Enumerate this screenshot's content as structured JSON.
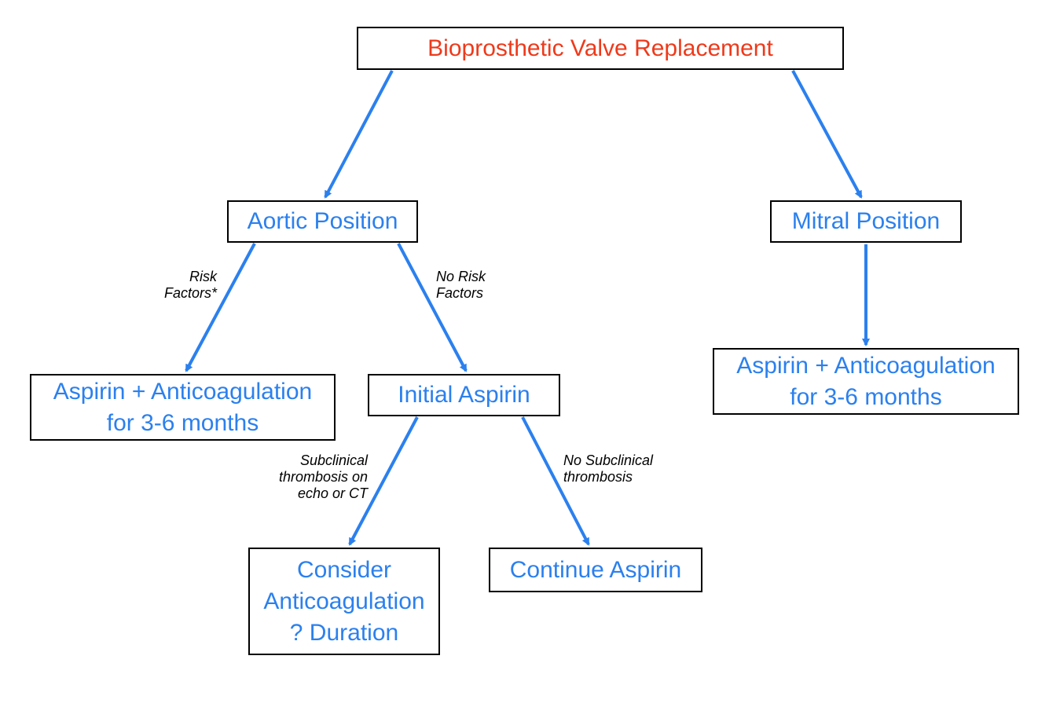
{
  "colors": {
    "arrow": "#2b80ee",
    "node_text": "#2b80ee",
    "root_text": "#ee3a1b",
    "border": "#000000",
    "label_text": "#000000"
  },
  "nodes": {
    "root": {
      "lines": [
        "Bioprosthetic Valve Replacement"
      ]
    },
    "aortic": {
      "lines": [
        "Aortic Position"
      ]
    },
    "mitral": {
      "lines": [
        "Mitral Position"
      ]
    },
    "aortic_risk_result": {
      "lines": [
        "Aspirin + Anticoagulation",
        "for 3-6 months"
      ]
    },
    "initial_aspirin": {
      "lines": [
        "Initial Aspirin"
      ]
    },
    "mitral_result": {
      "lines": [
        "Aspirin + Anticoagulation",
        "for 3-6 months"
      ]
    },
    "consider_anticoag": {
      "lines": [
        "Consider",
        "Anticoagulation",
        "? Duration"
      ]
    },
    "continue_aspirin": {
      "lines": [
        "Continue Aspirin"
      ]
    }
  },
  "edge_labels": {
    "risk_factors": {
      "lines": [
        "Risk",
        "Factors*"
      ]
    },
    "no_risk_factors": {
      "lines": [
        "No Risk",
        "Factors"
      ]
    },
    "subclinical": {
      "lines": [
        "Subclinical",
        "thrombosis on",
        "echo or CT"
      ]
    },
    "no_subclinical": {
      "lines": [
        "No Subclinical",
        "thrombosis"
      ]
    }
  }
}
